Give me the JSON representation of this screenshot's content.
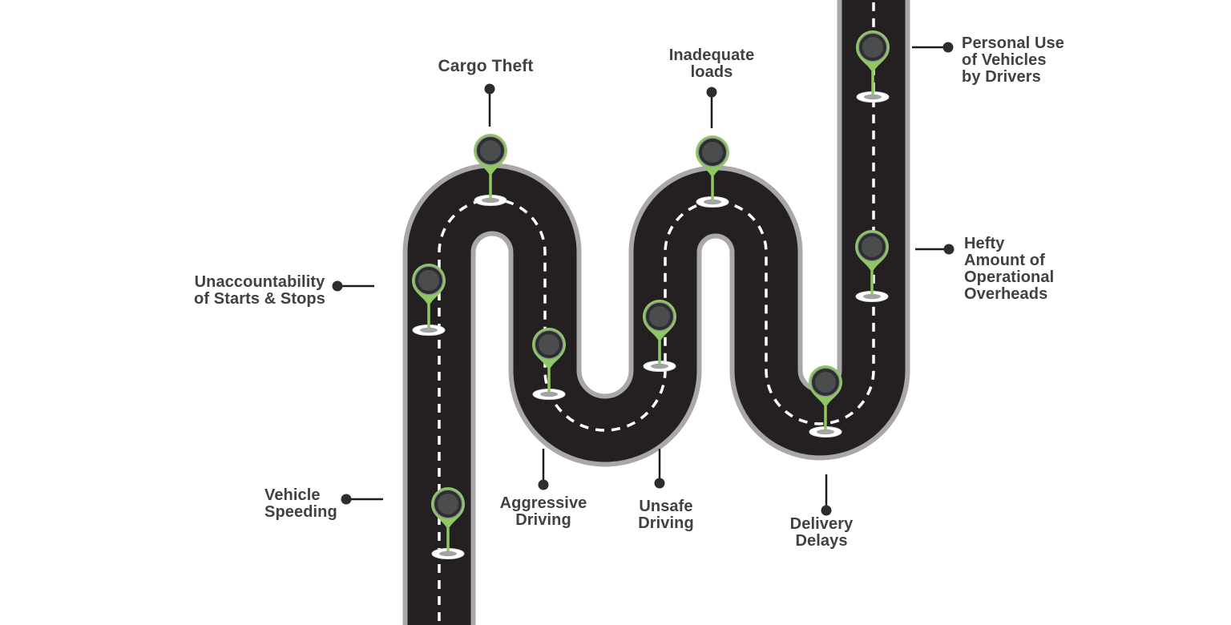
{
  "colors": {
    "background": "#ffffff",
    "road_surface": "#242021",
    "road_border": "#a9a7a8",
    "lane_marking": "#ffffff",
    "pin_green": "#8fc763",
    "pin_hub_fill": "#4b4c4e",
    "pin_hub_ring": "#2d2e30",
    "pin_base_ellipse": "#ffffff",
    "pin_base_core": "#a3a3a3",
    "label_text": "#414042",
    "connector_line": "#1d1d1f"
  },
  "milestones": [
    {
      "id": "cargo-theft",
      "label": "Cargo Theft"
    },
    {
      "id": "inadequate-loads",
      "label": "Inadequate\nloads"
    },
    {
      "id": "personal-use-of-vehicles",
      "label": "Personal Use\nof Vehicles\nby Drivers"
    },
    {
      "id": "hefty-operational-overheads",
      "label": "Hefty\nAmount of\nOperational\nOverheads"
    },
    {
      "id": "unaccountability-starts-stops",
      "label": "Unaccountability\nof Starts & Stops"
    },
    {
      "id": "vehicle-speeding",
      "label": "Vehicle\nSpeeding"
    },
    {
      "id": "aggressive-driving",
      "label": "Aggressive\nDriving"
    },
    {
      "id": "unsafe-driving",
      "label": "Unsafe\nDriving"
    },
    {
      "id": "delivery-delays",
      "label": "Delivery\nDelays"
    }
  ]
}
